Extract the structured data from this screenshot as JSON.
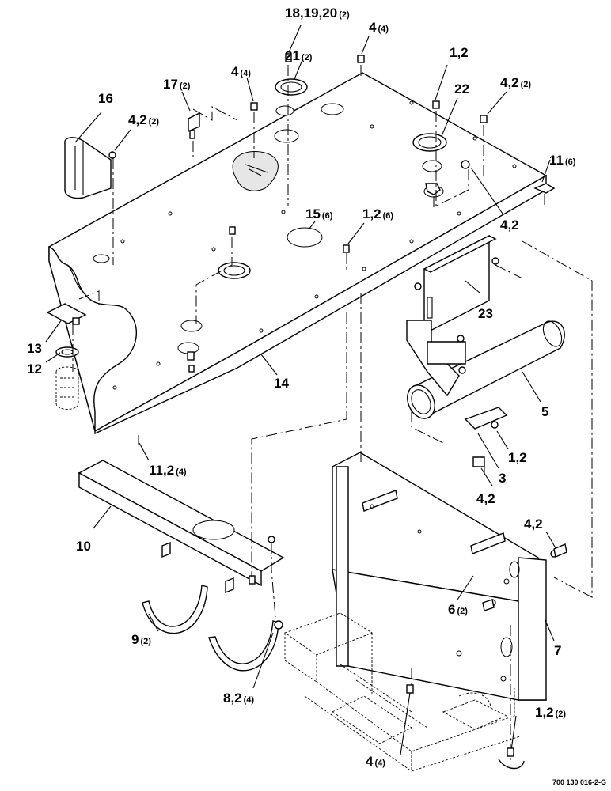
{
  "drawing_code": "700 130 016-2-G",
  "callouts": [
    {
      "num": "18,19,20",
      "qty": "(2)"
    },
    {
      "num": "4",
      "qty": "(4)"
    },
    {
      "num": "21",
      "qty": "(2)"
    },
    {
      "num": "4",
      "qty": "(4)"
    },
    {
      "num": "17",
      "qty": "(2)"
    },
    {
      "num": "16",
      "qty": ""
    },
    {
      "num": "4,2",
      "qty": "(2)"
    },
    {
      "num": "1,2",
      "qty": ""
    },
    {
      "num": "22",
      "qty": ""
    },
    {
      "num": "4,2",
      "qty": "(2)"
    },
    {
      "num": "11",
      "qty": "(6)"
    },
    {
      "num": "4,2",
      "qty": ""
    },
    {
      "num": "15",
      "qty": "(6)"
    },
    {
      "num": "1,2",
      "qty": "(6)"
    },
    {
      "num": "23",
      "qty": ""
    },
    {
      "num": "13",
      "qty": ""
    },
    {
      "num": "12",
      "qty": ""
    },
    {
      "num": "14",
      "qty": ""
    },
    {
      "num": "5",
      "qty": ""
    },
    {
      "num": "1,2",
      "qty": ""
    },
    {
      "num": "3",
      "qty": ""
    },
    {
      "num": "11,2",
      "qty": "(4)"
    },
    {
      "num": "4,2",
      "qty": ""
    },
    {
      "num": "10",
      "qty": ""
    },
    {
      "num": "4,2",
      "qty": ""
    },
    {
      "num": "6",
      "qty": "(2)"
    },
    {
      "num": "7",
      "qty": ""
    },
    {
      "num": "9",
      "qty": "(2)"
    },
    {
      "num": "8,2",
      "qty": "(4)"
    },
    {
      "num": "1,2",
      "qty": "(2)"
    },
    {
      "num": "4",
      "qty": "(4)"
    }
  ]
}
